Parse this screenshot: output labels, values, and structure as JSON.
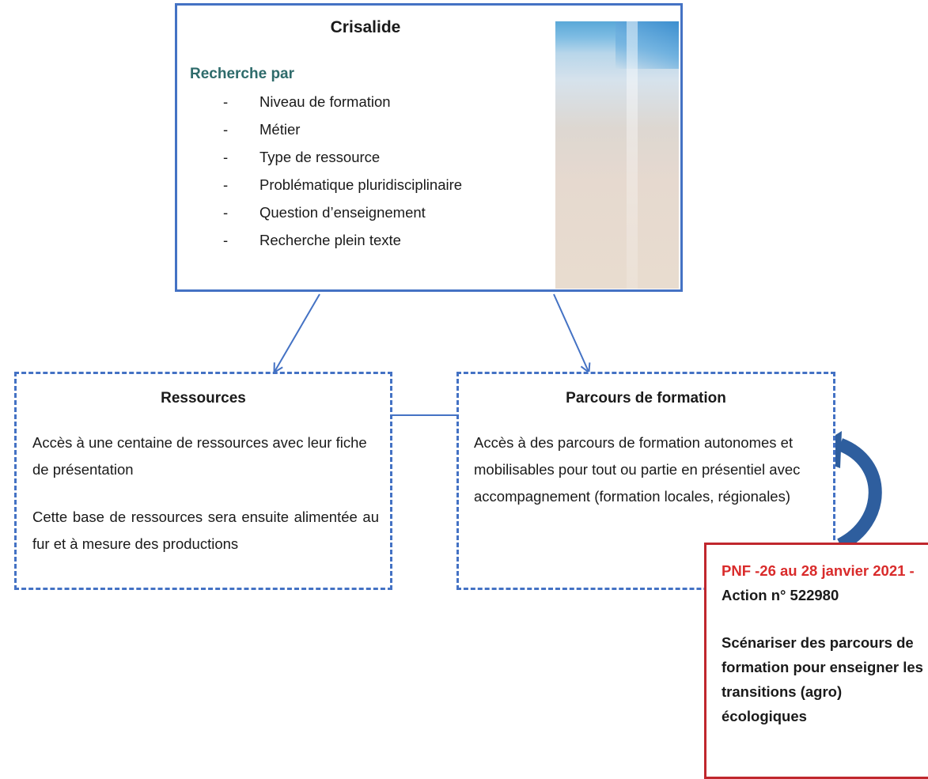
{
  "crisalide": {
    "title": "Crisalide",
    "search_heading": "Recherche par",
    "criteria": [
      "Niveau de formation",
      "Métier",
      "Type de ressource",
      "Problématique pluridisciplinaire",
      "Question d’enseignement",
      "Recherche plein texte"
    ],
    "dash": "-"
  },
  "ressources": {
    "title": "Ressources",
    "text1": "Accès à une centaine de ressources avec leur fiche de présentation",
    "text2": "Cette base de ressources sera ensuite alimentée au fur et à mesure des productions"
  },
  "parcours": {
    "title": "Parcours de formation",
    "text": "Accès à des parcours de formation autonomes et mobilisables pour tout ou partie en présentiel  avec accompagnement (formation locales, régionales)"
  },
  "pnf": {
    "date": "PNF -26 au 28 janvier 2021 - ",
    "action": "Action n° 522980",
    "description": "Scénariser des parcours de formation pour enseigner les transitions (agro) écologiques"
  },
  "colors": {
    "box_border": "#4472c4",
    "pnf_border": "#c0272d",
    "pnf_date": "#d92b2b",
    "heading_teal": "#2e6b6b",
    "curved_arrow": "#2e5e9e"
  }
}
